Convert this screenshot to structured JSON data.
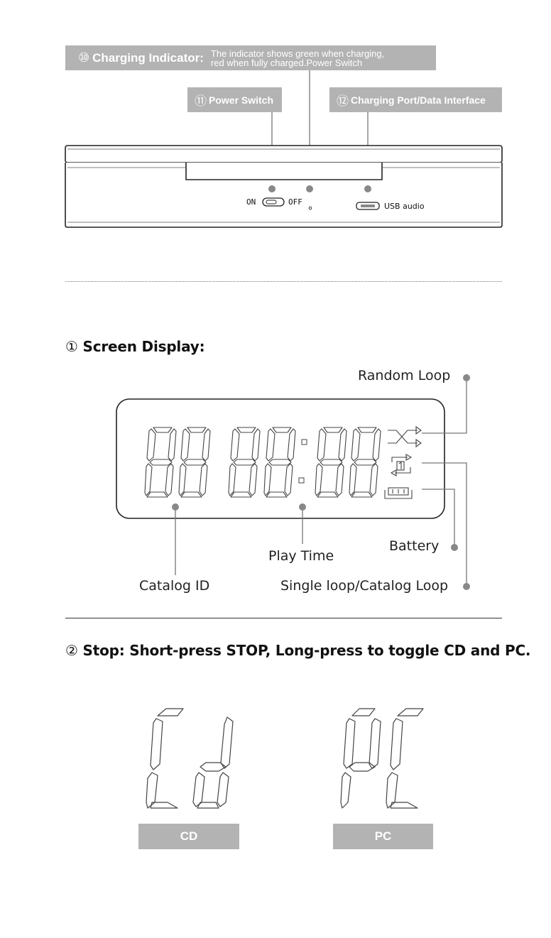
{
  "top_section": {
    "charging_indicator": {
      "number": "⑩",
      "title": "Charging Indicator:",
      "line1": "The indicator shows green when charging,",
      "line2": "red when fully charged.Power Switch"
    },
    "power_switch": {
      "number": "⑪",
      "label": "Power Switch"
    },
    "charging_port": {
      "number": "⑫",
      "label": "Charging Port/Data Interface"
    },
    "device": {
      "switch_on": "ON",
      "switch_off": "OFF",
      "port_label": "USB audio"
    }
  },
  "screen_display": {
    "number": "①",
    "heading": "Screen Display:",
    "labels": {
      "random_loop": "Random Loop",
      "battery": "Battery",
      "play_time": "Play Time",
      "catalog_id": "Catalog ID",
      "single_loop": "Single loop/Catalog Loop"
    }
  },
  "stop_section": {
    "number": "②",
    "heading": "Stop: Short-press STOP,  Long-press to toggle CD and PC.",
    "modes": [
      {
        "label": "CD"
      },
      {
        "label": "PC"
      }
    ]
  }
}
